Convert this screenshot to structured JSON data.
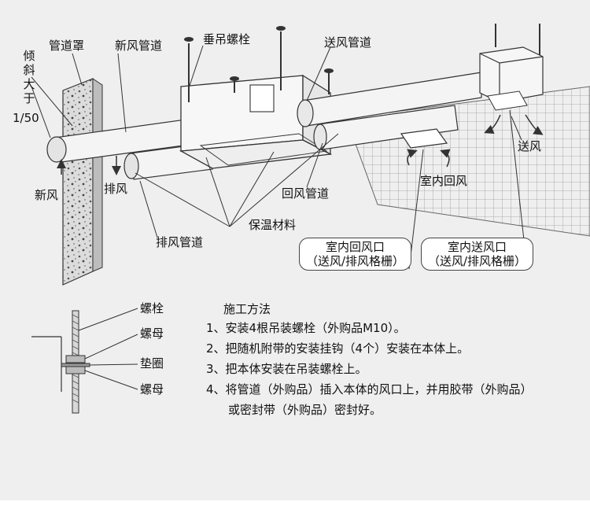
{
  "labels": {
    "slope_chars": [
      "倾",
      "斜",
      "大",
      "于"
    ],
    "slope_ratio": "1/50",
    "duct_cover": "管道罩",
    "fresh_air_duct": "新风管道",
    "hanging_bolt": "垂吊螺栓",
    "supply_duct": "送风管道",
    "fresh_air": "新风",
    "exhaust": "排风",
    "return_duct": "回风管道",
    "insulation": "保温材料",
    "exhaust_duct": "排风管道",
    "indoor_return": "室内回风",
    "supply_air": "送风",
    "indoor_return_outlet": "室内回风口",
    "indoor_return_grille": "（送风/排风格栅）",
    "indoor_supply_outlet": "室内送风口",
    "indoor_supply_grille": "（送风/排风格栅）"
  },
  "detail": {
    "bolt": "螺栓",
    "nut_top": "螺母",
    "washer": "垫圈",
    "nut_bottom": "螺母"
  },
  "method": {
    "title": "施工方法",
    "steps": [
      "1、安装4根吊装螺栓（外购品M10）。",
      "2、把随机附带的安装挂钩（4个）安装在本体上。",
      "3、把本体安装在吊装螺栓上。",
      "4、将管道（外购品）插入本体的风口上，并用胶带（外购品）"
    ],
    "step4_cont": "或密封带（外购品）密封好。"
  },
  "colors": {
    "panel_bg": "#efefef",
    "line": "#333333",
    "duct_fill": "#f4f4f4",
    "wall_fill": "#d6d6d6",
    "grid": "#9a9a9a"
  }
}
